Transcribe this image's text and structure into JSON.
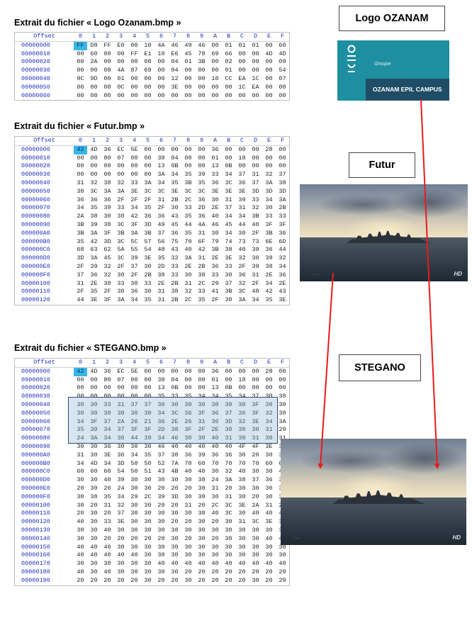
{
  "labels": {
    "logo": "Logo OZANAM",
    "futur": "Futur",
    "stegano": "STEGANO"
  },
  "logo": {
    "groupe": "Groupe",
    "campus": "OZANAM EPIL CAMPUS"
  },
  "photo": {
    "hd_badge": "HD"
  },
  "hex_header": [
    "Offset",
    "0",
    "1",
    "2",
    "3",
    "4",
    "5",
    "6",
    "7",
    "8",
    "9",
    "A",
    "B",
    "C",
    "D",
    "E",
    "F"
  ],
  "sections": [
    {
      "title": "Extrait du fichier « Logo Ozanam.bmp »",
      "rows": [
        [
          "00000000",
          "FF",
          "D8",
          "FF",
          "E0",
          "00",
          "10",
          "4A",
          "46",
          "49",
          "46",
          "00",
          "01",
          "01",
          "01",
          "00",
          "60"
        ],
        [
          "00000010",
          "00",
          "60",
          "00",
          "00",
          "FF",
          "E1",
          "10",
          "E6",
          "45",
          "78",
          "69",
          "66",
          "00",
          "00",
          "4D",
          "4D"
        ],
        [
          "00000020",
          "00",
          "2A",
          "00",
          "00",
          "00",
          "08",
          "00",
          "04",
          "01",
          "3B",
          "00",
          "02",
          "00",
          "00",
          "00",
          "09"
        ],
        [
          "00000030",
          "00",
          "00",
          "08",
          "4A",
          "87",
          "69",
          "00",
          "04",
          "00",
          "00",
          "00",
          "01",
          "00",
          "00",
          "08",
          "54"
        ],
        [
          "00000040",
          "9C",
          "9D",
          "00",
          "01",
          "00",
          "00",
          "00",
          "12",
          "00",
          "00",
          "10",
          "CC",
          "EA",
          "1C",
          "00",
          "07"
        ],
        [
          "00000050",
          "00",
          "00",
          "08",
          "0C",
          "00",
          "00",
          "00",
          "3E",
          "00",
          "00",
          "00",
          "00",
          "1C",
          "EA",
          "00",
          "00"
        ],
        [
          "00000060",
          "00",
          "08",
          "00",
          "00",
          "00",
          "00",
          "00",
          "00",
          "00",
          "00",
          "00",
          "00",
          "00",
          "00",
          "00",
          "00"
        ]
      ]
    },
    {
      "title": "Extrait du fichier « Futur.bmp »",
      "rows": [
        [
          "00000000",
          "42",
          "4D",
          "36",
          "EC",
          "5E",
          "00",
          "00",
          "00",
          "00",
          "00",
          "36",
          "00",
          "00",
          "00",
          "28",
          "00"
        ],
        [
          "00000010",
          "00",
          "00",
          "80",
          "07",
          "00",
          "00",
          "38",
          "04",
          "00",
          "00",
          "01",
          "00",
          "18",
          "00",
          "00",
          "00"
        ],
        [
          "00000020",
          "00",
          "00",
          "00",
          "00",
          "00",
          "00",
          "13",
          "0B",
          "00",
          "00",
          "13",
          "0B",
          "00",
          "00",
          "00",
          "00"
        ],
        [
          "00000030",
          "00",
          "00",
          "00",
          "00",
          "00",
          "00",
          "3A",
          "34",
          "35",
          "39",
          "33",
          "34",
          "37",
          "31",
          "32",
          "37"
        ],
        [
          "00000040",
          "31",
          "32",
          "38",
          "32",
          "33",
          "3A",
          "34",
          "35",
          "3B",
          "35",
          "36",
          "3C",
          "36",
          "37",
          "3A",
          "38"
        ],
        [
          "00000050",
          "38",
          "3C",
          "3A",
          "3A",
          "3E",
          "3C",
          "3C",
          "3E",
          "3C",
          "3C",
          "3E",
          "3E",
          "3E",
          "3D",
          "3D",
          "3D"
        ],
        [
          "00000060",
          "36",
          "36",
          "36",
          "2F",
          "2F",
          "2F",
          "31",
          "2B",
          "2C",
          "36",
          "30",
          "31",
          "39",
          "33",
          "34",
          "3A"
        ],
        [
          "00000070",
          "34",
          "35",
          "39",
          "33",
          "34",
          "35",
          "2F",
          "30",
          "33",
          "2D",
          "2E",
          "37",
          "31",
          "32",
          "30",
          "2B"
        ],
        [
          "00000080",
          "2A",
          "38",
          "30",
          "30",
          "42",
          "36",
          "36",
          "43",
          "35",
          "36",
          "40",
          "34",
          "34",
          "3B",
          "33",
          "33"
        ],
        [
          "00000090",
          "3B",
          "39",
          "38",
          "3C",
          "3F",
          "3D",
          "49",
          "45",
          "44",
          "4A",
          "46",
          "45",
          "44",
          "40",
          "3F",
          "3F"
        ],
        [
          "000000A0",
          "3B",
          "3A",
          "3F",
          "3B",
          "3A",
          "3B",
          "37",
          "36",
          "35",
          "31",
          "30",
          "34",
          "30",
          "2F",
          "3B",
          "36"
        ],
        [
          "000000B0",
          "35",
          "42",
          "3D",
          "3C",
          "5C",
          "57",
          "56",
          "75",
          "70",
          "6F",
          "79",
          "74",
          "73",
          "73",
          "6E",
          "6D"
        ],
        [
          "000000C0",
          "68",
          "63",
          "62",
          "5A",
          "55",
          "54",
          "48",
          "43",
          "40",
          "42",
          "3B",
          "38",
          "40",
          "39",
          "36",
          "44"
        ],
        [
          "000000D0",
          "3D",
          "3A",
          "45",
          "3C",
          "39",
          "3E",
          "35",
          "32",
          "3A",
          "31",
          "2E",
          "3E",
          "32",
          "30",
          "39",
          "32"
        ],
        [
          "000000E0",
          "2F",
          "39",
          "32",
          "2F",
          "37",
          "30",
          "2D",
          "33",
          "2E",
          "2B",
          "36",
          "33",
          "2F",
          "39",
          "38",
          "34"
        ],
        [
          "000000F0",
          "37",
          "36",
          "32",
          "30",
          "2F",
          "2B",
          "38",
          "33",
          "30",
          "38",
          "33",
          "30",
          "36",
          "31",
          "2E",
          "36"
        ],
        [
          "00000100",
          "31",
          "2E",
          "38",
          "33",
          "30",
          "33",
          "2E",
          "2B",
          "31",
          "2C",
          "29",
          "37",
          "32",
          "2F",
          "34",
          "2E"
        ],
        [
          "00000110",
          "2F",
          "35",
          "2F",
          "30",
          "36",
          "30",
          "31",
          "38",
          "32",
          "33",
          "41",
          "3B",
          "3C",
          "48",
          "42",
          "43"
        ],
        [
          "00000120",
          "44",
          "3E",
          "3F",
          "3A",
          "34",
          "35",
          "31",
          "2B",
          "2C",
          "35",
          "2F",
          "30",
          "3A",
          "34",
          "35",
          "3E"
        ]
      ]
    },
    {
      "title": "Extrait du fichier « STEGANO.bmp »",
      "rows": [
        [
          "00000000",
          "42",
          "4D",
          "36",
          "EC",
          "5E",
          "00",
          "00",
          "00",
          "00",
          "00",
          "36",
          "00",
          "00",
          "00",
          "28",
          "00"
        ],
        [
          "00000010",
          "00",
          "00",
          "80",
          "07",
          "00",
          "00",
          "38",
          "04",
          "00",
          "00",
          "01",
          "00",
          "18",
          "00",
          "00",
          "00"
        ],
        [
          "00000020",
          "00",
          "00",
          "00",
          "00",
          "00",
          "00",
          "13",
          "0B",
          "00",
          "00",
          "13",
          "0B",
          "00",
          "00",
          "00",
          "00"
        ],
        [
          "00000030",
          "00",
          "00",
          "00",
          "00",
          "00",
          "00",
          "35",
          "33",
          "35",
          "34",
          "34",
          "35",
          "34",
          "37",
          "30",
          "30"
        ],
        [
          "00000040",
          "30",
          "30",
          "33",
          "31",
          "37",
          "37",
          "30",
          "30",
          "30",
          "30",
          "30",
          "30",
          "30",
          "3F",
          "30",
          "30"
        ],
        [
          "00000050",
          "30",
          "30",
          "30",
          "30",
          "30",
          "30",
          "34",
          "3C",
          "36",
          "3F",
          "36",
          "37",
          "36",
          "3F",
          "32",
          "30"
        ],
        [
          "00000060",
          "34",
          "3F",
          "37",
          "2A",
          "26",
          "21",
          "36",
          "2E",
          "26",
          "31",
          "36",
          "3D",
          "32",
          "3E",
          "34",
          "3A"
        ],
        [
          "00000070",
          "35",
          "30",
          "34",
          "37",
          "3F",
          "3F",
          "2D",
          "38",
          "3F",
          "2F",
          "2E",
          "30",
          "30",
          "30",
          "31",
          "20"
        ],
        [
          "00000080",
          "24",
          "3A",
          "34",
          "36",
          "44",
          "39",
          "34",
          "46",
          "30",
          "30",
          "40",
          "31",
          "30",
          "31",
          "30",
          "31"
        ],
        [
          "00000090",
          "30",
          "30",
          "36",
          "30",
          "30",
          "30",
          "46",
          "40",
          "40",
          "40",
          "40",
          "40",
          "4F",
          "4F",
          "3E",
          "31"
        ],
        [
          "000000A0",
          "31",
          "30",
          "3E",
          "36",
          "34",
          "35",
          "37",
          "38",
          "36",
          "39",
          "36",
          "36",
          "30",
          "20",
          "30",
          "30"
        ],
        [
          "000000B0",
          "34",
          "4D",
          "34",
          "3D",
          "50",
          "50",
          "52",
          "7A",
          "70",
          "60",
          "70",
          "70",
          "70",
          "70",
          "60",
          "68"
        ],
        [
          "000000C0",
          "60",
          "60",
          "60",
          "54",
          "50",
          "51",
          "43",
          "4B",
          "40",
          "40",
          "30",
          "32",
          "40",
          "30",
          "30",
          "40"
        ],
        [
          "000000D0",
          "30",
          "30",
          "40",
          "39",
          "30",
          "30",
          "30",
          "30",
          "30",
          "38",
          "24",
          "3A",
          "38",
          "37",
          "36",
          "39"
        ],
        [
          "000000E0",
          "20",
          "30",
          "20",
          "24",
          "30",
          "30",
          "20",
          "20",
          "20",
          "30",
          "31",
          "20",
          "30",
          "30",
          "30",
          "30"
        ],
        [
          "000000F0",
          "30",
          "38",
          "35",
          "34",
          "29",
          "2C",
          "39",
          "3D",
          "30",
          "30",
          "30",
          "31",
          "30",
          "20",
          "30",
          "30"
        ],
        [
          "00000100",
          "30",
          "20",
          "31",
          "32",
          "30",
          "30",
          "20",
          "20",
          "31",
          "20",
          "2C",
          "3C",
          "3E",
          "2A",
          "31",
          "2C"
        ],
        [
          "00000110",
          "20",
          "30",
          "20",
          "37",
          "30",
          "30",
          "30",
          "30",
          "30",
          "38",
          "40",
          "3C",
          "30",
          "40",
          "40",
          "40"
        ],
        [
          "00000120",
          "40",
          "30",
          "33",
          "3E",
          "30",
          "30",
          "30",
          "20",
          "20",
          "30",
          "20",
          "30",
          "31",
          "3C",
          "3E",
          "3A"
        ],
        [
          "00000130",
          "30",
          "30",
          "40",
          "30",
          "30",
          "30",
          "30",
          "38",
          "30",
          "30",
          "30",
          "30",
          "30",
          "30",
          "30",
          "30"
        ],
        [
          "00000140",
          "30",
          "30",
          "20",
          "20",
          "20",
          "20",
          "20",
          "30",
          "20",
          "30",
          "20",
          "30",
          "30",
          "30",
          "40",
          "40"
        ],
        [
          "00000150",
          "40",
          "40",
          "40",
          "30",
          "30",
          "30",
          "30",
          "30",
          "30",
          "30",
          "30",
          "30",
          "30",
          "30",
          "30",
          "30"
        ],
        [
          "00000160",
          "40",
          "40",
          "40",
          "40",
          "40",
          "30",
          "30",
          "30",
          "30",
          "30",
          "30",
          "30",
          "30",
          "30",
          "30",
          "30"
        ],
        [
          "00000170",
          "30",
          "30",
          "30",
          "30",
          "30",
          "30",
          "40",
          "40",
          "40",
          "40",
          "40",
          "40",
          "40",
          "40",
          "40",
          "40"
        ],
        [
          "00000180",
          "40",
          "30",
          "40",
          "30",
          "30",
          "30",
          "30",
          "30",
          "20",
          "20",
          "20",
          "20",
          "20",
          "20",
          "20",
          "20"
        ],
        [
          "00000190",
          "20",
          "20",
          "20",
          "20",
          "20",
          "30",
          "20",
          "20",
          "30",
          "20",
          "20",
          "20",
          "20",
          "30",
          "20",
          "20"
        ]
      ]
    }
  ]
}
